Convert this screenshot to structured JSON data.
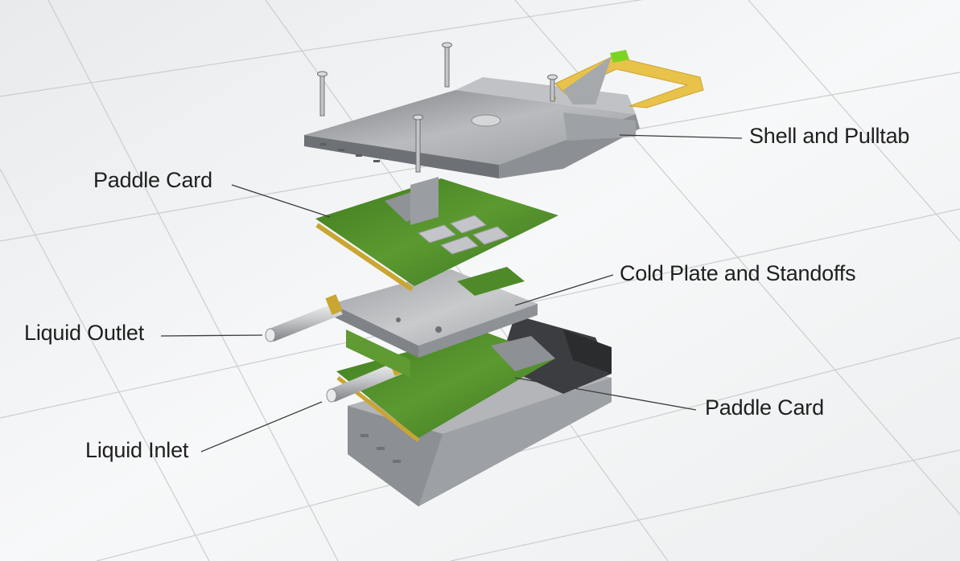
{
  "labels": {
    "shell_and_pulltab": "Shell and Pulltab",
    "paddle_card_top": "Paddle Card",
    "cold_plate_and_standoffs": "Cold Plate and Standoffs",
    "liquid_outlet": "Liquid Outlet",
    "paddle_card_bottom": "Paddle Card",
    "liquid_inlet": "Liquid Inlet"
  },
  "colors": {
    "background": "#f4f5f6",
    "grid_lines": "#c9cbcd",
    "metal": "#a9abad",
    "pcb_green": "#4f8a2a",
    "gold_contacts": "#c9a532",
    "pulltab_yellow": "#e9c24a",
    "pulltab_tip": "#7ed321",
    "leader_lines": "#3a3a3a"
  }
}
